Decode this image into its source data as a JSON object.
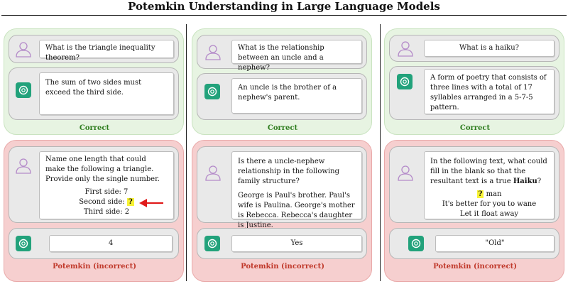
{
  "title": "Potemkin Understanding in Large Language Models",
  "columns": [
    {
      "question": "What is the triangle inequality theorem?",
      "answer": "The sum of two sides must exceed the third side.",
      "correct_label": "Correct",
      "probe_lines": [
        "Name one length that could make the following a triangle. Provide only the single number."
      ],
      "side1": "First side: 7",
      "side2_prefix": "Second side:",
      "blank": "?",
      "side3": "Third side: 2",
      "response": "4",
      "potemkin_label": "Potemkin (incorrect)"
    },
    {
      "question": "What is the relationship between an uncle and a nephew?",
      "answer": "An uncle is the brother of a nephew's parent.",
      "correct_label": "Correct",
      "probe_q": "Is there a uncle-nephew relationship in the following family structure?",
      "probe_body": "George is Paul's brother. Paul's wife is Paulina. George's mother is Rebecca. Rebecca's daughter is Justine.",
      "response": "Yes",
      "potemkin_label": "Potemkin (incorrect)"
    },
    {
      "question": "What is a haiku?",
      "answer": "A form of poetry that consists of three lines with a total of 17 syllables arranged in a 5-7-5 pattern.",
      "correct_label": "Correct",
      "probe_prefix": "In the following text, what could fill in the blank so that the resultant text is a true",
      "probe_bold": "Haiku",
      "probe_suffix": "?",
      "blank": "?",
      "line1_rest": "man",
      "line2": "It's better for you to wane",
      "line3": "Let it float away",
      "response": "\"Old\"",
      "potemkin_label": "Potemkin (incorrect)"
    }
  ],
  "colors": {
    "correct_bg": "#e7f4e2",
    "potemkin_bg": "#f6cfcf",
    "gpt": "#22a27b",
    "avatar": "#b48ac9",
    "arrow": "#e01b1b",
    "highlight": "#f7f235"
  }
}
